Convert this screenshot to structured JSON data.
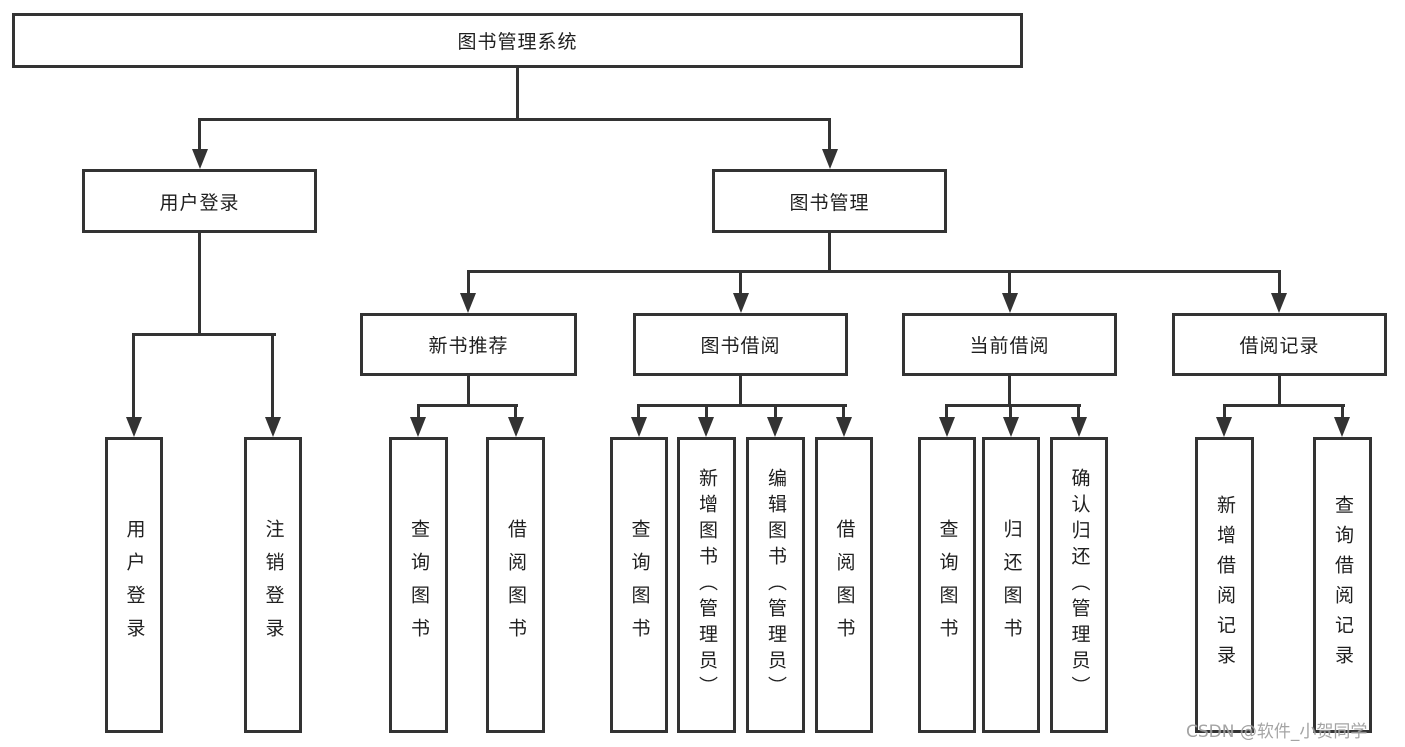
{
  "tree": {
    "root": "图书管理系统",
    "branches": [
      {
        "label": "用户登录",
        "children": [
          "用户登录",
          "注销登录"
        ]
      },
      {
        "label": "图书管理",
        "children": [
          {
            "label": "新书推荐",
            "children": [
              "查询图书",
              "借阅图书"
            ]
          },
          {
            "label": "图书借阅",
            "children": [
              "查询图书",
              "新增图书（管理员）",
              "编辑图书（管理员）",
              "借阅图书"
            ]
          },
          {
            "label": "当前借阅",
            "children": [
              "查询图书",
              "归还图书",
              "确认归还（管理员）"
            ]
          },
          {
            "label": "借阅记录",
            "children": [
              "新增借阅记录",
              "查询借阅记录"
            ]
          }
        ]
      }
    ]
  },
  "watermark": {
    "text": "CSDN @软件_小贺同学"
  },
  "colors": {
    "line": "#333333",
    "text": "#1f1f1f",
    "background": "#ffffff",
    "watermark": "#9b9b9b"
  }
}
